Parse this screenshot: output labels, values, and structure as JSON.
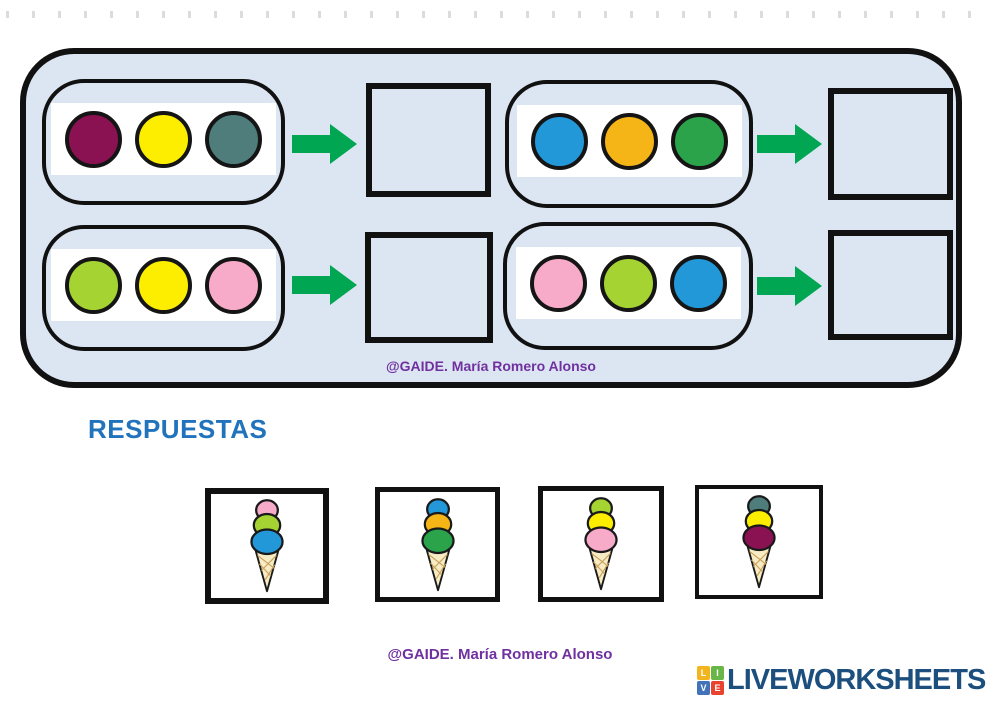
{
  "page": {
    "respuestas_label": "RESPUESTAS",
    "attribution_top": "@GAIDE. María Romero Alonso",
    "attribution_bottom": "@GAIDE. María Romero Alonso"
  },
  "colors": {
    "container_bg": "#dce6f2",
    "arrow_green": "#00a651",
    "attribution_purple": "#7030a0",
    "respuestas_blue": "#2173bc",
    "logo_navy": "#1d4f7e",
    "cone": "#f7ecc3",
    "maroon": "#8b1252",
    "yellow": "#fdee00",
    "teal": "#4e7d7b",
    "blue": "#2398d8",
    "orange": "#f5b517",
    "green": "#2aa34b",
    "lime": "#a5d432",
    "pink": "#f7abc9"
  },
  "exercises": [
    {
      "colors": [
        "#8b1252",
        "#fdee00",
        "#4e7d7b"
      ]
    },
    {
      "colors": [
        "#2398d8",
        "#f5b517",
        "#2aa34b"
      ]
    },
    {
      "colors": [
        "#a5d432",
        "#fdee00",
        "#f7abc9"
      ]
    },
    {
      "colors": [
        "#f7abc9",
        "#a5d432",
        "#2398d8"
      ]
    }
  ],
  "answers": [
    {
      "scoops": [
        "#f7abc9",
        "#a5d432",
        "#2398d8"
      ]
    },
    {
      "scoops": [
        "#2398d8",
        "#f5b517",
        "#2aa34b"
      ]
    },
    {
      "scoops": [
        "#a5d432",
        "#fdee00",
        "#f7abc9"
      ]
    },
    {
      "scoops": [
        "#4e7d7b",
        "#fdee00",
        "#8b1252"
      ]
    }
  ],
  "logo": {
    "text": "LIVEWORKSHEETS",
    "tiles": [
      {
        "letter": "L",
        "bg": "#f2b51d"
      },
      {
        "letter": "I",
        "bg": "#67b646"
      },
      {
        "letter": "V",
        "bg": "#4273b9"
      },
      {
        "letter": "E",
        "bg": "#e8432e"
      }
    ]
  }
}
